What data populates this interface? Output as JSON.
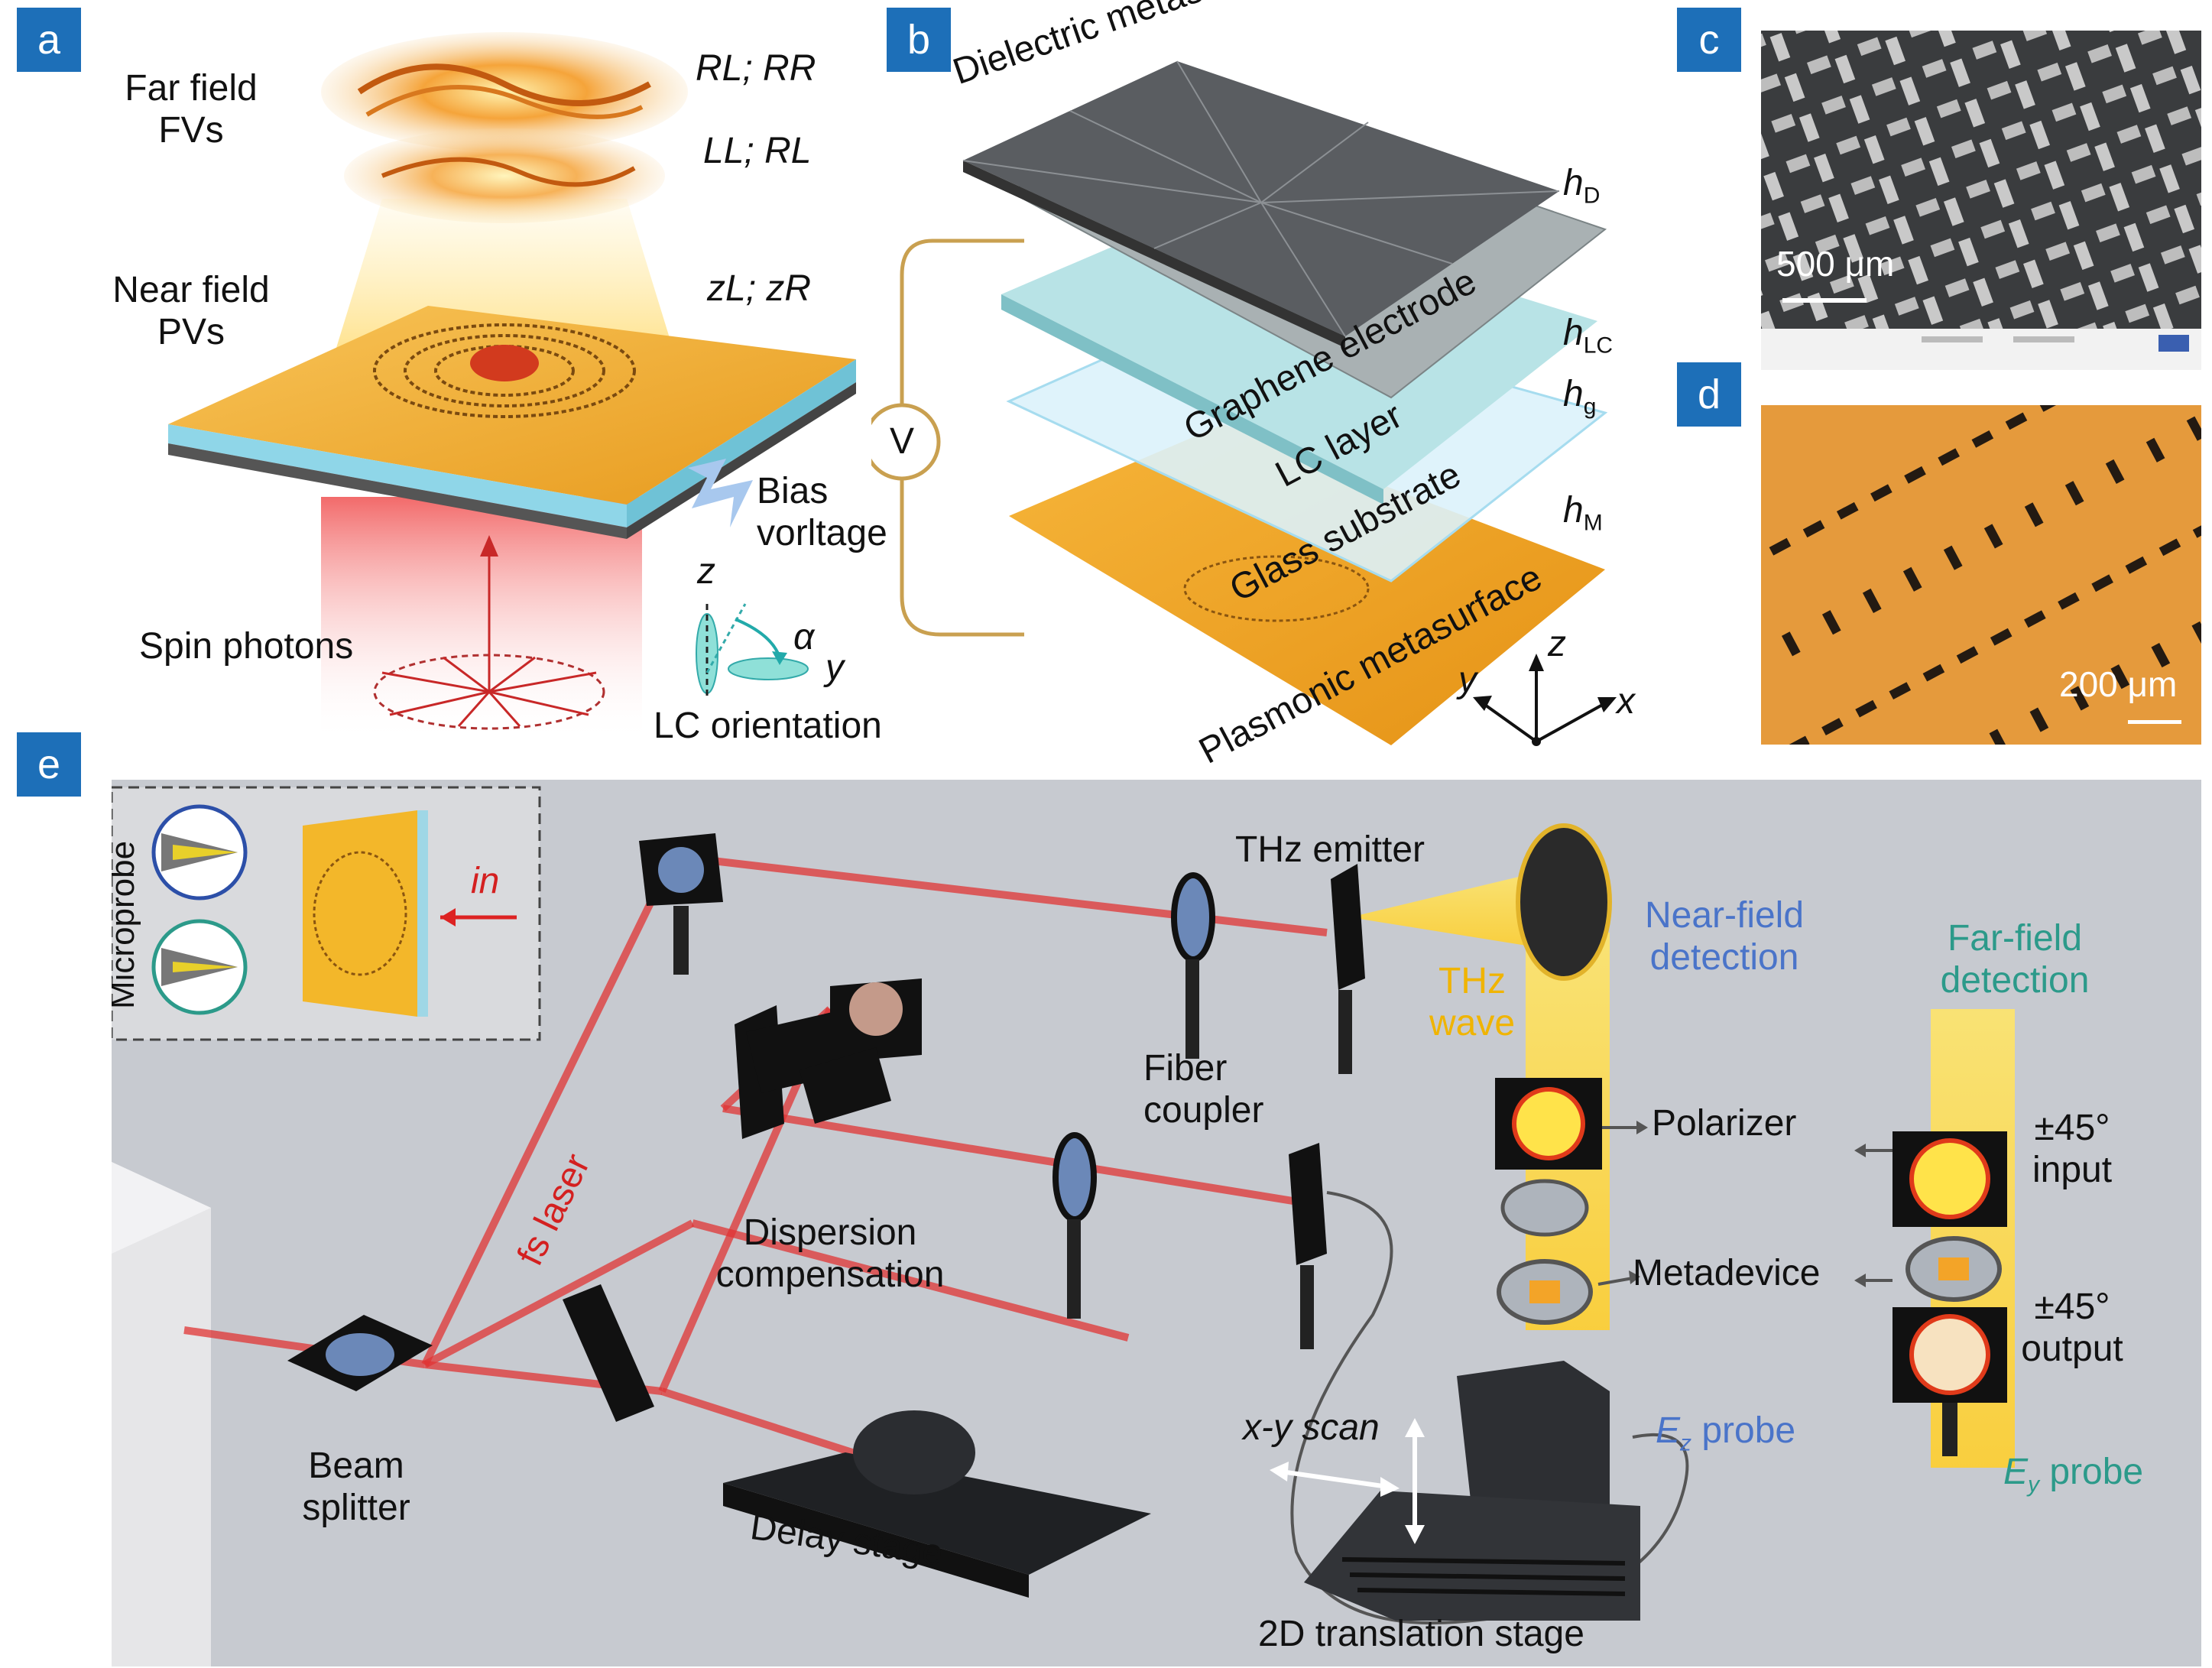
{
  "panels": {
    "a": "a",
    "b": "b",
    "c": "c",
    "d": "d",
    "e": "e"
  },
  "panel_a": {
    "far_field": "Far field",
    "far_field_sub": "FVs",
    "rl_rr": "RL; RR",
    "ll_rl": "LL; RL",
    "near_field": "Near field",
    "near_field_sub": "PVs",
    "zl_zr": "zL; zR",
    "bias": "Bias",
    "bias_sub": "vorltage",
    "spin_photons": "Spin photons",
    "axis_z": "z",
    "axis_alpha": "α",
    "axis_y": "y",
    "lc_orientation": "LC orientation"
  },
  "panel_b": {
    "dielectric": "Dielectric metasurface",
    "graphene": "Graphene electrode",
    "lc_layer": "LC layer",
    "glass": "Glass substrate",
    "plasmonic": "Plasmonic metasurface",
    "voltage": "V",
    "h_d": "h",
    "h_d_sub": "D",
    "h_lc": "h",
    "h_lc_sub": "LC",
    "h_g": "h",
    "h_g_sub": "g",
    "h_m": "h",
    "h_m_sub": "M",
    "axis_x": "x",
    "axis_y": "y",
    "axis_z": "z"
  },
  "panel_c": {
    "scale": "500 μm"
  },
  "panel_d": {
    "scale": "200 μm"
  },
  "panel_e": {
    "microprobe": "Microprobe",
    "in": "in",
    "thz_emitter": "THz emitter",
    "near_field_det": "Near-field",
    "near_field_det2": "detection",
    "far_field_det": "Far-field",
    "far_field_det2": "detection",
    "thz_wave": "THz",
    "thz_wave2": "wave",
    "fs_laser": "fs laser",
    "fiber_coupler": "Fiber",
    "fiber_coupler2": "coupler",
    "polarizer": "Polarizer",
    "pm45_input": "±45°",
    "input": "input",
    "dispersion": "Dispersion",
    "compensation": "compensation",
    "metadevice": "Metadevice",
    "pm45_output": "±45°",
    "output": "output",
    "beam": "Beam",
    "splitter": "splitter",
    "xy_scan": "x-y scan",
    "ez_probe_e": "E",
    "ez_probe_sub": "z",
    "ez_probe": "probe",
    "ey_probe_e": "E",
    "ey_probe_sub": "y",
    "ey_probe": "probe",
    "delay_stage": "Delay stage",
    "translation_stage": "2D translation stage"
  },
  "colors": {
    "tag_blue": "#1d6fb8",
    "near_field_blue": "#4a74c9",
    "far_field_teal": "#2c9a8a",
    "laser_red": "#d42020",
    "thz_yellow": "#f0b400",
    "gold": "#e9a020"
  }
}
